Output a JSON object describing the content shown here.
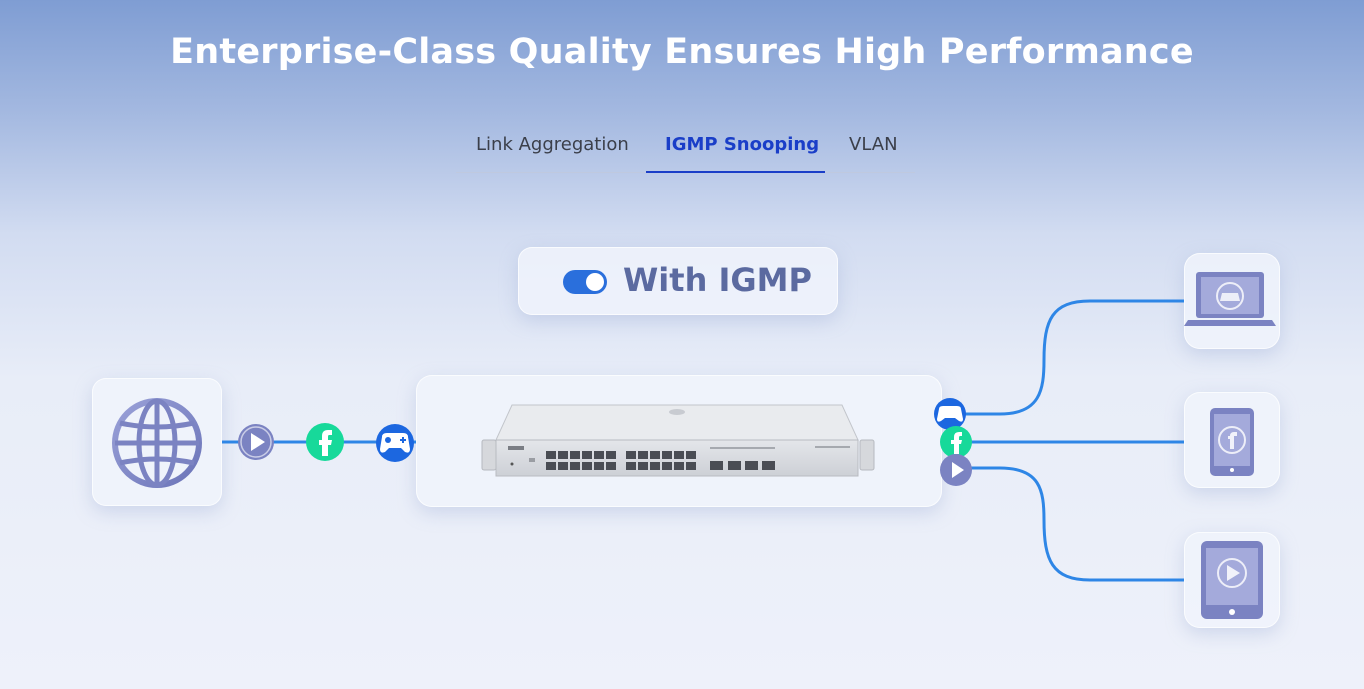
{
  "heading": "Enterprise-Class Quality Ensures High Performance",
  "tabs": [
    {
      "label": "Link Aggregation",
      "active": false
    },
    {
      "label": "IGMP Snooping",
      "active": true
    },
    {
      "label": "VLAN",
      "active": false
    }
  ],
  "toggle": {
    "label": "With IGMP",
    "state": "on"
  },
  "colors": {
    "accent": "#1a3ec8",
    "toggle": "#2a6fdc",
    "line": "#2e86e6",
    "icon_purple": "#7b83c2",
    "icon_green": "#17d99a",
    "icon_blue": "#1c67e0"
  },
  "icons": {
    "source": "globe-icon",
    "streams": [
      "play-icon",
      "facebook-icon",
      "gamepad-icon"
    ],
    "devices": [
      "laptop-gamepad-icon",
      "phone-facebook-icon",
      "tablet-play-icon"
    ]
  }
}
